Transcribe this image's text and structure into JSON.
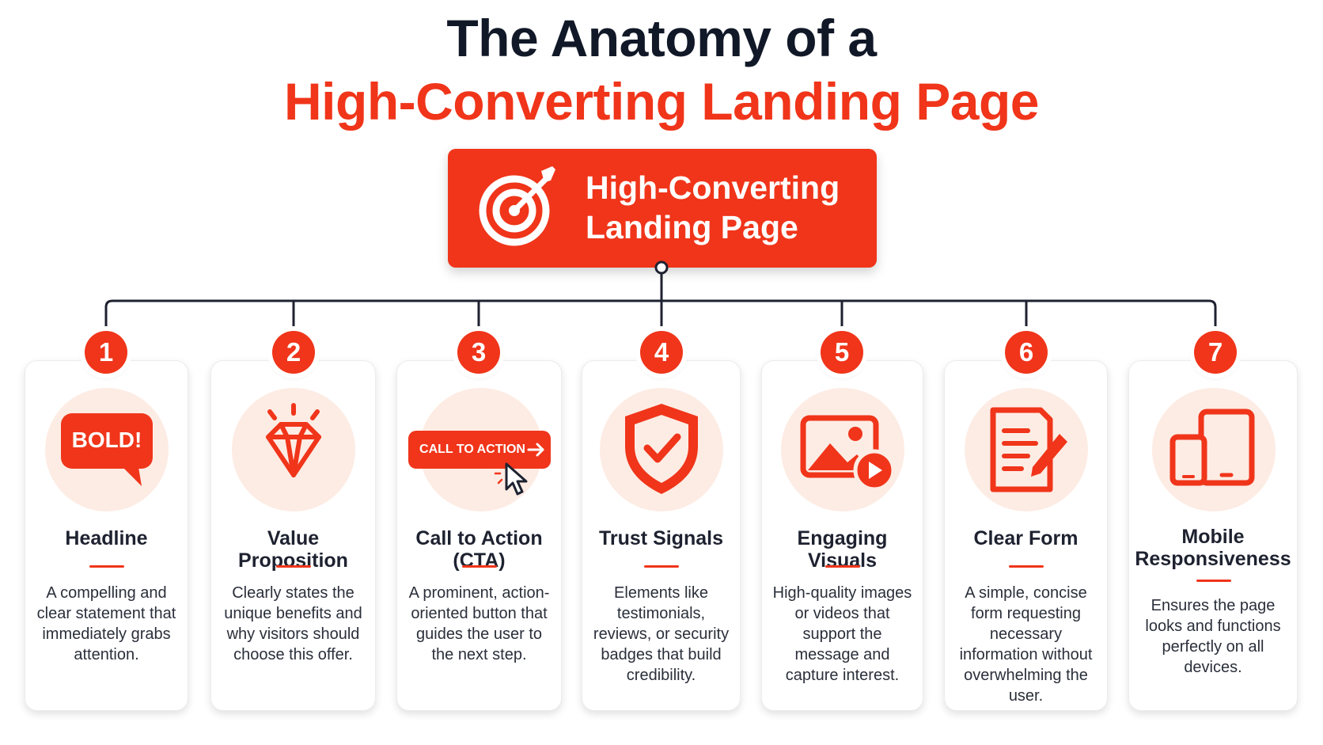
{
  "title": {
    "line1": "The Anatomy of a",
    "line2": "High-Converting Landing Page"
  },
  "hero": {
    "label_line1": "High-Converting",
    "label_line2": "Landing Page",
    "icon": "target-arrow-icon"
  },
  "colors": {
    "accent": "#f0351a",
    "dark": "#111827",
    "icon_bg": "#fdece4"
  },
  "cards": [
    {
      "number": "1",
      "title": "Headline",
      "icon": "speech-bubble-icon",
      "icon_text": "BOLD!",
      "description": "A compelling and clear statement that immediately grabs attention."
    },
    {
      "number": "2",
      "title": "Value Proposition",
      "icon": "diamond-icon",
      "description": "Clearly states the unique benefits and why visitors should choose this offer."
    },
    {
      "number": "3",
      "title": "Call to Action (CTA)",
      "icon": "cta-button-cursor-icon",
      "icon_text": "CALL TO ACTION",
      "description": "A prominent, action-oriented button that guides the user to the next step."
    },
    {
      "number": "4",
      "title": "Trust Signals",
      "icon": "shield-check-icon",
      "description": "Elements like testimonials, reviews, or security badges that build credibility."
    },
    {
      "number": "5",
      "title": "Engaging Visuals",
      "icon": "image-video-icon",
      "description": "High-quality images or videos that support the message and capture interest."
    },
    {
      "number": "6",
      "title": "Clear Form",
      "icon": "form-pencil-icon",
      "description": "A simple, concise form requesting necessary information without overwhelming the user."
    },
    {
      "number": "7",
      "title": "Mobile Responsiveness",
      "title_line1": "Mobile",
      "title_line2": "Responsiveness",
      "icon": "phone-tablet-icon",
      "description": "Ensures the page looks and functions perfectly on all devices."
    }
  ]
}
